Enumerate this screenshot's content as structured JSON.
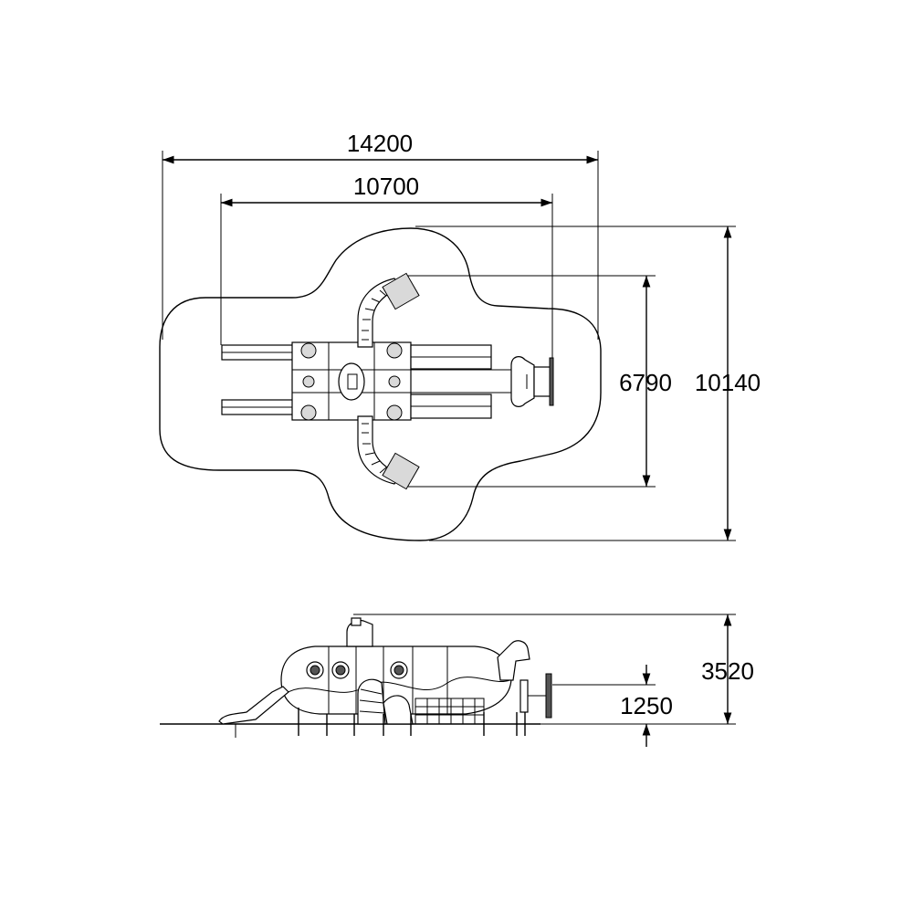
{
  "top_view": {
    "overall_width": "14200",
    "structure_width": "10700",
    "structure_depth": "6790",
    "overall_depth": "10140"
  },
  "side_view": {
    "total_height": "3520",
    "platform_height": "1250"
  }
}
